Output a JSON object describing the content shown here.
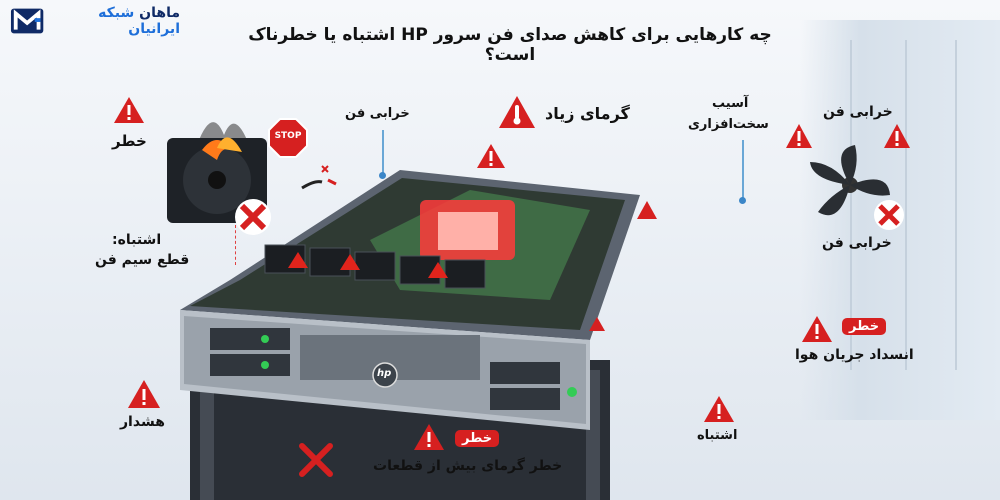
{
  "brand": {
    "name_part1": "ماهان",
    "name_part2": "شبکه ایرانیان"
  },
  "headline": "چه کارهایی برای کاهش صدای فن سرور HP اشتباه یا خطرناک است؟",
  "stop_sign": "STOP",
  "server_logo": "hp",
  "labels": {
    "danger_top_left": "خطر",
    "mistake_cut_wire_line1": "اشتباه:",
    "mistake_cut_wire_line2": "قطع سیم فن",
    "fan_failure_center": "خرابی فن",
    "high_heat": "گرمای زیاد",
    "hardware_damage_line1": "آسیب",
    "hardware_damage_line2": "سخت‌افزاری",
    "fan_failure_right_top": "خرابی فن",
    "fan_failure_right_bottom": "خرابی فن",
    "danger_badge_right": "خطر",
    "airflow_block": "انسداد جریان هوا",
    "warning_left": "هشدار",
    "danger_badge_bottom": "خطر",
    "overheat_parts": "خطر گرمای بیش از قطعات",
    "mistake_bottom_right": "اشتباه"
  },
  "colors": {
    "warning_red": "#d62020",
    "callout_blue": "#3b86c8",
    "brand_dark": "#0f2a66",
    "brand_blue": "#1e6fd9"
  },
  "icons": [
    "warning-triangle-icon",
    "thermometer-icon",
    "cross-icon",
    "broken-fan-icon",
    "burning-fan-icon",
    "stop-sign-icon"
  ]
}
